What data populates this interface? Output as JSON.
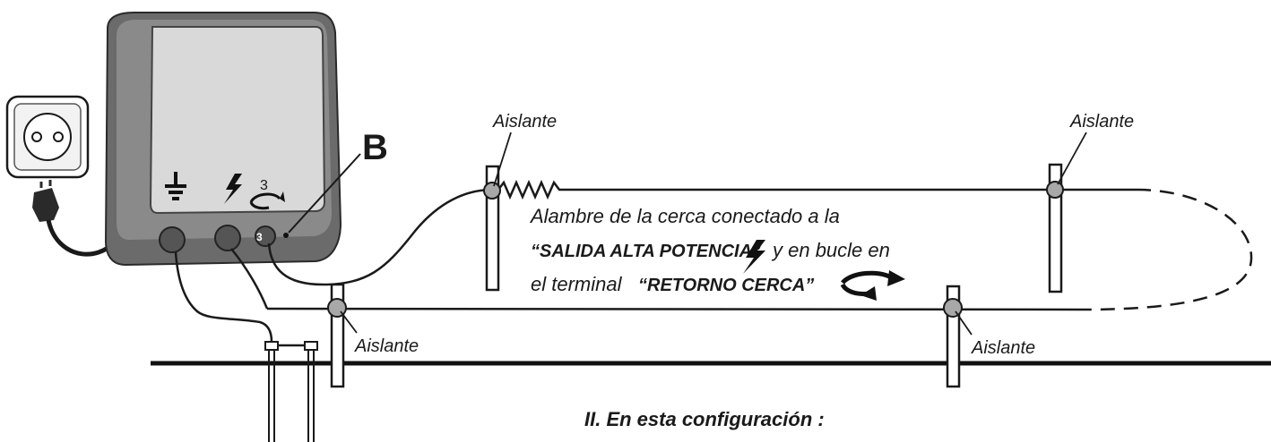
{
  "labels": {
    "insulator_top_left": "Aislante",
    "insulator_top_right": "Aislante",
    "insulator_bottom_left": "Aislante",
    "insulator_bottom_right": "Aislante",
    "terminal_b": "B"
  },
  "energizer": {
    "loop_number": "3",
    "terminal_number": "3"
  },
  "description": {
    "line1": "Alambre de la cerca conectado a la",
    "line2_bold": "“SALIDA ALTA POTENCIA”",
    "line2_rest": "y en bucle en",
    "line3_start": "el terminal",
    "line3_bold": "“RETORNO CERCA”"
  },
  "caption": "II. En esta configuración :",
  "icons": [
    "power-socket-icon",
    "plug-icon",
    "ground-icon",
    "lightning-icon",
    "loop-arrow-icon"
  ],
  "colors": {
    "ink": "#1a1a1a",
    "energizer_body": "#6b6b6b",
    "insulator": "#a8a8a8"
  }
}
